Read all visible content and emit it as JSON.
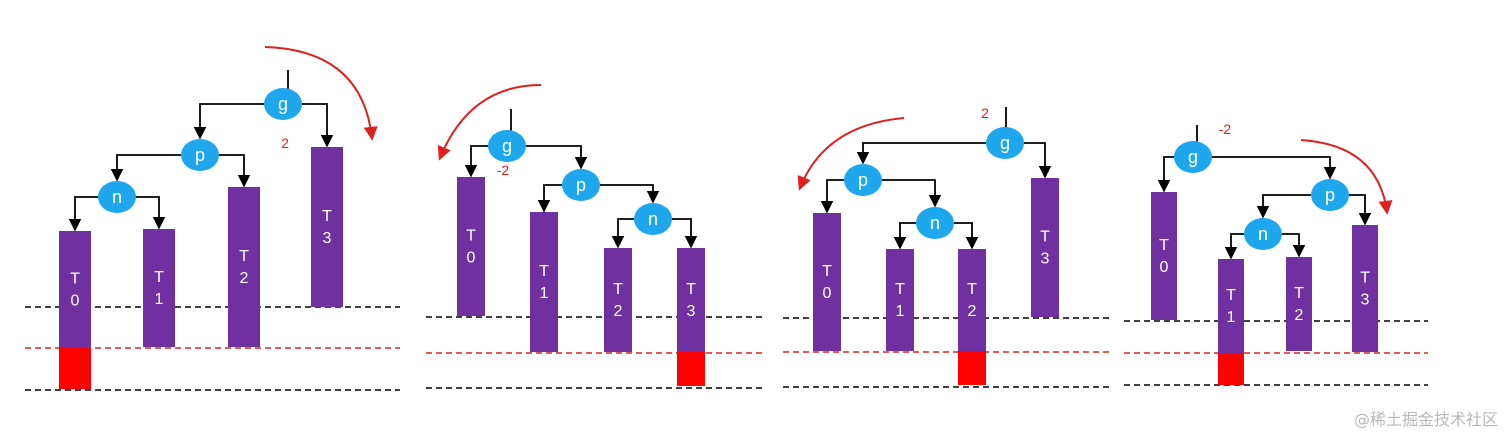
{
  "colors": {
    "node_fill": "#1ea7ec",
    "bar_fill": "#7030a0",
    "overflow_fill": "#ff0000",
    "edge": "#000000",
    "arrow": "#e02020",
    "dashed_black": "#000000",
    "dashed_red": "#e02020"
  },
  "panels": [
    {
      "nodes": [
        {
          "id": "g",
          "label": "g"
        },
        {
          "id": "p",
          "label": "p"
        },
        {
          "id": "n",
          "label": "n"
        }
      ],
      "bars": [
        {
          "id": "T0",
          "label": "T 0",
          "overflow": true
        },
        {
          "id": "T1",
          "label": "T 1",
          "overflow": false
        },
        {
          "id": "T2",
          "label": "T 2",
          "overflow": false
        },
        {
          "id": "T3",
          "label": "T 3",
          "overflow": false
        }
      ],
      "balance_factor": "2",
      "rotation": "clockwise"
    },
    {
      "nodes": [
        {
          "id": "g",
          "label": "g"
        },
        {
          "id": "p",
          "label": "p"
        },
        {
          "id": "n",
          "label": "n"
        }
      ],
      "bars": [
        {
          "id": "T0",
          "label": "T 0",
          "overflow": false
        },
        {
          "id": "T1",
          "label": "T 1",
          "overflow": false
        },
        {
          "id": "T2",
          "label": "T 2",
          "overflow": false
        },
        {
          "id": "T3",
          "label": "T 3",
          "overflow": true
        }
      ],
      "balance_factor": "-2",
      "rotation": "counterclockwise"
    },
    {
      "nodes": [
        {
          "id": "g",
          "label": "g"
        },
        {
          "id": "p",
          "label": "p"
        },
        {
          "id": "n",
          "label": "n"
        }
      ],
      "bars": [
        {
          "id": "T0",
          "label": "T 0",
          "overflow": false
        },
        {
          "id": "T1",
          "label": "T 1",
          "overflow": false
        },
        {
          "id": "T2",
          "label": "T 2",
          "overflow": true
        },
        {
          "id": "T3",
          "label": "T 3",
          "overflow": false
        }
      ],
      "balance_factor": "2",
      "rotation": "counterclockwise"
    },
    {
      "nodes": [
        {
          "id": "g",
          "label": "g"
        },
        {
          "id": "p",
          "label": "p"
        },
        {
          "id": "n",
          "label": "n"
        }
      ],
      "bars": [
        {
          "id": "T0",
          "label": "T 0",
          "overflow": false
        },
        {
          "id": "T1",
          "label": "T 1",
          "overflow": true
        },
        {
          "id": "T2",
          "label": "T 2",
          "overflow": false
        },
        {
          "id": "T3",
          "label": "T 3",
          "overflow": false
        }
      ],
      "balance_factor": "-2",
      "rotation": "clockwise"
    }
  ],
  "watermark": "@稀土掘金技术社区"
}
